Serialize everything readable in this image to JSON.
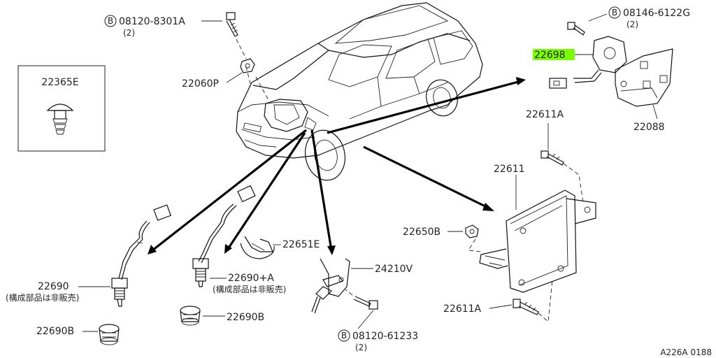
{
  "labels": {
    "p22365e": "22365E",
    "p22060p": "22060P",
    "bolt1": "08120-8301A",
    "bolt1_qty": "(2)",
    "bolt2": "08146-6122G",
    "bolt2_qty": "(2)",
    "p22698": "22698",
    "p22088": "22088",
    "p22611a_top": "22611A",
    "p22611": "22611",
    "p22650b": "22650B",
    "p22611a_bot": "22611A",
    "p22690": "22690",
    "p22690_note": "(構成部品は非販売)",
    "p22690b_left": "22690B",
    "p22690a": "22690+A",
    "p22690a_note": "(構成部品は非販売)",
    "p22651e": "22651E",
    "p22690b_right": "22690B",
    "p24210v": "24210V",
    "bolt3": "08120-61233",
    "bolt3_qty": "(2)",
    "diagram_code": "A226A 0188",
    "b_symbol": "B"
  },
  "highlight_color": "#7CFC00",
  "highlighted_part": "22698"
}
